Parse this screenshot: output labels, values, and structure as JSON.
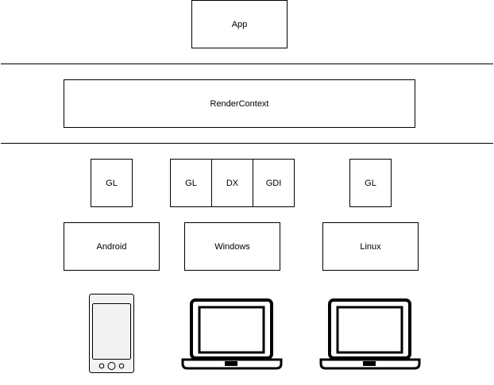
{
  "layers": {
    "app": {
      "label": "App"
    },
    "render_context": {
      "label": "RenderContext"
    }
  },
  "backends": {
    "android_gl": "GL",
    "windows_gl": "GL",
    "windows_dx": "DX",
    "windows_gdi": "GDI",
    "linux_gl": "GL"
  },
  "platforms": {
    "android": "Android",
    "windows": "Windows",
    "linux": "Linux"
  },
  "devices": {
    "android": "phone-icon",
    "windows": "laptop-icon",
    "linux": "laptop-icon"
  },
  "colors": {
    "stroke": "#000000",
    "phone_body": "#f2f2f2",
    "background": "#ffffff"
  }
}
